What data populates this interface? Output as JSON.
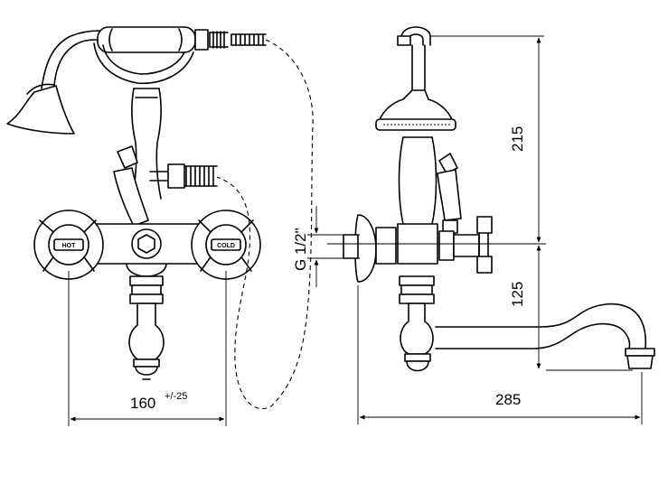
{
  "dimensions": {
    "width_front": "160",
    "width_tolerance": "+/-25",
    "total_depth": "285",
    "head_height": "215",
    "spout_height": "125",
    "thread": "G 1/2\""
  },
  "knob_labels": {
    "hot": "HOT",
    "cold": "COLD"
  }
}
